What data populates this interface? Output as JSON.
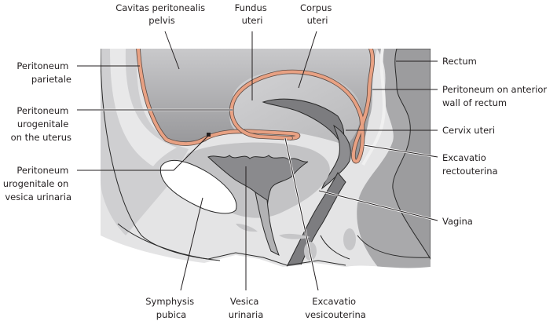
{
  "figure": {
    "type": "anatomical-diagram",
    "subject": "Median sagittal section of the female pelvis (peritoneal relations)"
  },
  "labels": {
    "cavitas": [
      "Cavitas peritonealis",
      "pelvis"
    ],
    "fundus": [
      "Fundus",
      "uteri"
    ],
    "corpus": [
      "Corpus",
      "uteri"
    ],
    "rectum": [
      "Rectum"
    ],
    "perit_rectum": [
      "Peritoneum on anterior",
      "wall of rectum"
    ],
    "cervix": [
      "Cervix uteri"
    ],
    "excav_recto": [
      "Excavatio",
      "rectouterina"
    ],
    "vagina": [
      "Vagina"
    ],
    "perit_parietale": [
      "Peritoneum",
      "parietale"
    ],
    "perit_uterus": [
      "Peritoneum",
      "urogenitale",
      "on the uterus"
    ],
    "perit_vesica": [
      "Peritoneum",
      "urogenitale on",
      "vesica urinaria"
    ],
    "symphysis": [
      "Symphysis",
      "pubica"
    ],
    "vesica": [
      "Vesica",
      "urinaria"
    ],
    "excav_vesico": [
      "Excavatio",
      "vesicouterina"
    ]
  },
  "colors": {
    "peritoneum": "#e8a183",
    "cavity_dark": "#9a9a9c",
    "cavity_light": "#c8c8ca",
    "tissue_mid": "#bdbdbf",
    "tissue_light": "#e3e3e4",
    "bone": "#ffffff",
    "outline": "#2a2a2a"
  }
}
